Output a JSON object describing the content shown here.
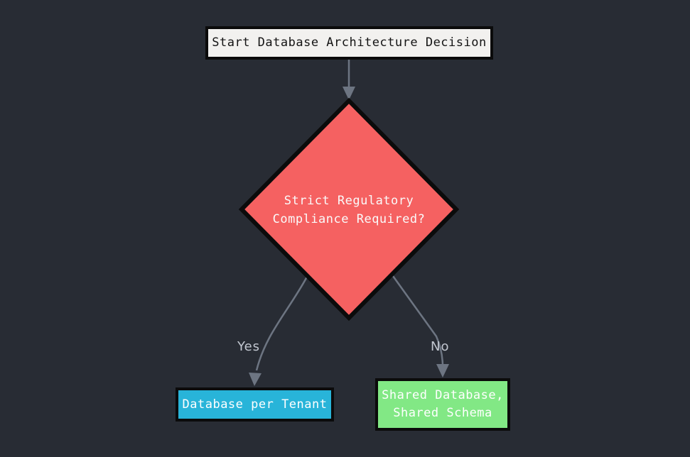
{
  "diagram": {
    "background": "#282c34",
    "edge_color": "#6d7582",
    "edge_label_color": "#c2c7d0",
    "nodes": {
      "start": {
        "label": "Start Database Architecture Decision",
        "fill": "#f2f1ef",
        "border": "#0b0b0b",
        "text_color": "#141414"
      },
      "decision": {
        "line1": "Strict Regulatory",
        "line2": "Compliance Required?",
        "fill": "#f56161",
        "border": "#0b0b0b",
        "text_color": "#fafafa"
      },
      "db_per_tenant": {
        "label": "Database per Tenant",
        "fill": "#28b4d9",
        "border": "#0b0b0b",
        "text_color": "#ffffff"
      },
      "shared_db": {
        "line1": "Shared Database,",
        "line2": "Shared Schema",
        "fill": "#82e885",
        "border": "#0b0b0b",
        "text_color": "#ffffff"
      }
    },
    "edges": {
      "yes": {
        "label": "Yes"
      },
      "no": {
        "label": "No"
      }
    }
  }
}
